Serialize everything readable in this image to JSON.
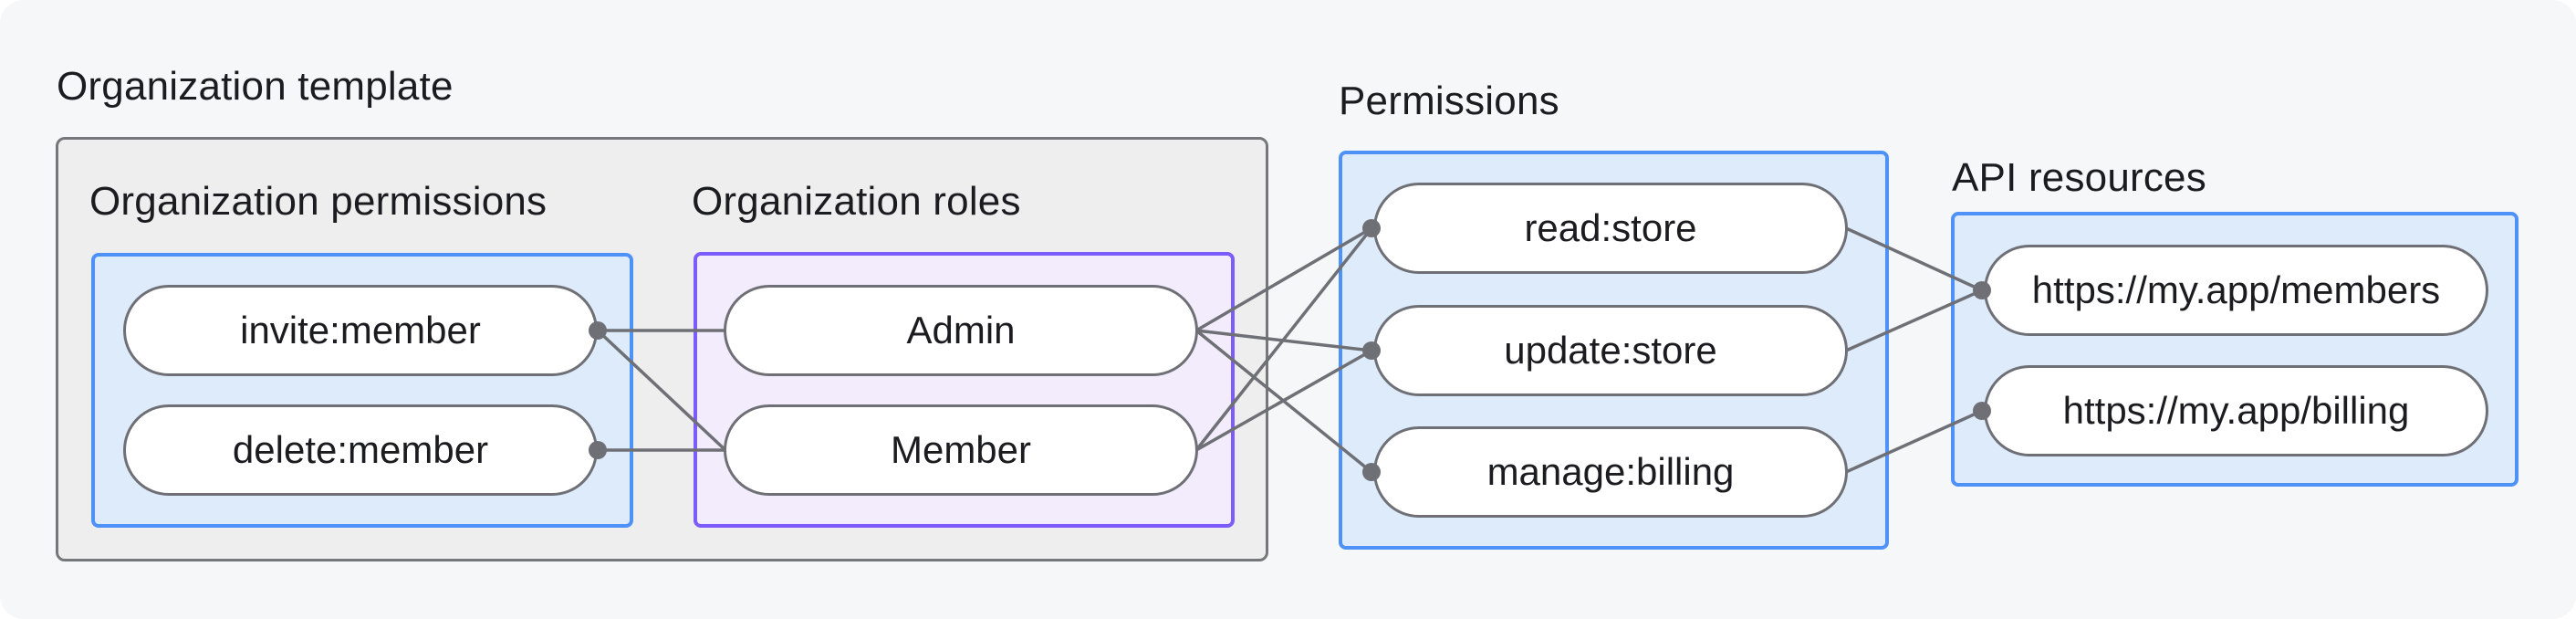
{
  "labels": {
    "org_template": "Organization template",
    "org_permissions": "Organization permissions",
    "org_roles": "Organization roles",
    "permissions": "Permissions",
    "api_resources": "API resources"
  },
  "nodes": {
    "invite": {
      "label": "invite:member",
      "group": "org_permissions"
    },
    "delete": {
      "label": "delete:member",
      "group": "org_permissions"
    },
    "admin": {
      "label": "Admin",
      "group": "org_roles"
    },
    "member": {
      "label": "Member",
      "group": "org_roles"
    },
    "read": {
      "label": "read:store",
      "group": "permissions"
    },
    "update": {
      "label": "update:store",
      "group": "permissions"
    },
    "manage": {
      "label": "manage:billing",
      "group": "permissions"
    },
    "members_api": {
      "label": "https://my.app/members",
      "group": "api_resources"
    },
    "billing_api": {
      "label": "https://my.app/billing",
      "group": "api_resources"
    }
  },
  "edges": [
    {
      "from": "invite",
      "to": "admin"
    },
    {
      "from": "invite",
      "to": "member"
    },
    {
      "from": "delete",
      "to": "member"
    },
    {
      "from": "admin",
      "to": "read"
    },
    {
      "from": "admin",
      "to": "update"
    },
    {
      "from": "admin",
      "to": "manage"
    },
    {
      "from": "member",
      "to": "read"
    },
    {
      "from": "member",
      "to": "update"
    },
    {
      "from": "read",
      "to": "members_api"
    },
    {
      "from": "update",
      "to": "members_api"
    },
    {
      "from": "manage",
      "to": "billing_api"
    }
  ],
  "colors": {
    "canvas_bg": "#F6F7F8",
    "gray_box_bg": "#EEEEEF",
    "gray_box_border": "#76777A",
    "blue_box_bg": "#DEEBFB",
    "blue_box_border": "#4E92F8",
    "purple_box_bg": "#F2ECFD",
    "purple_box_border": "#7C5CFA",
    "pill_bg": "#FFFFFF",
    "pill_border": "#6E7076",
    "connector": "#6E7076",
    "text": "#1B1C20"
  }
}
